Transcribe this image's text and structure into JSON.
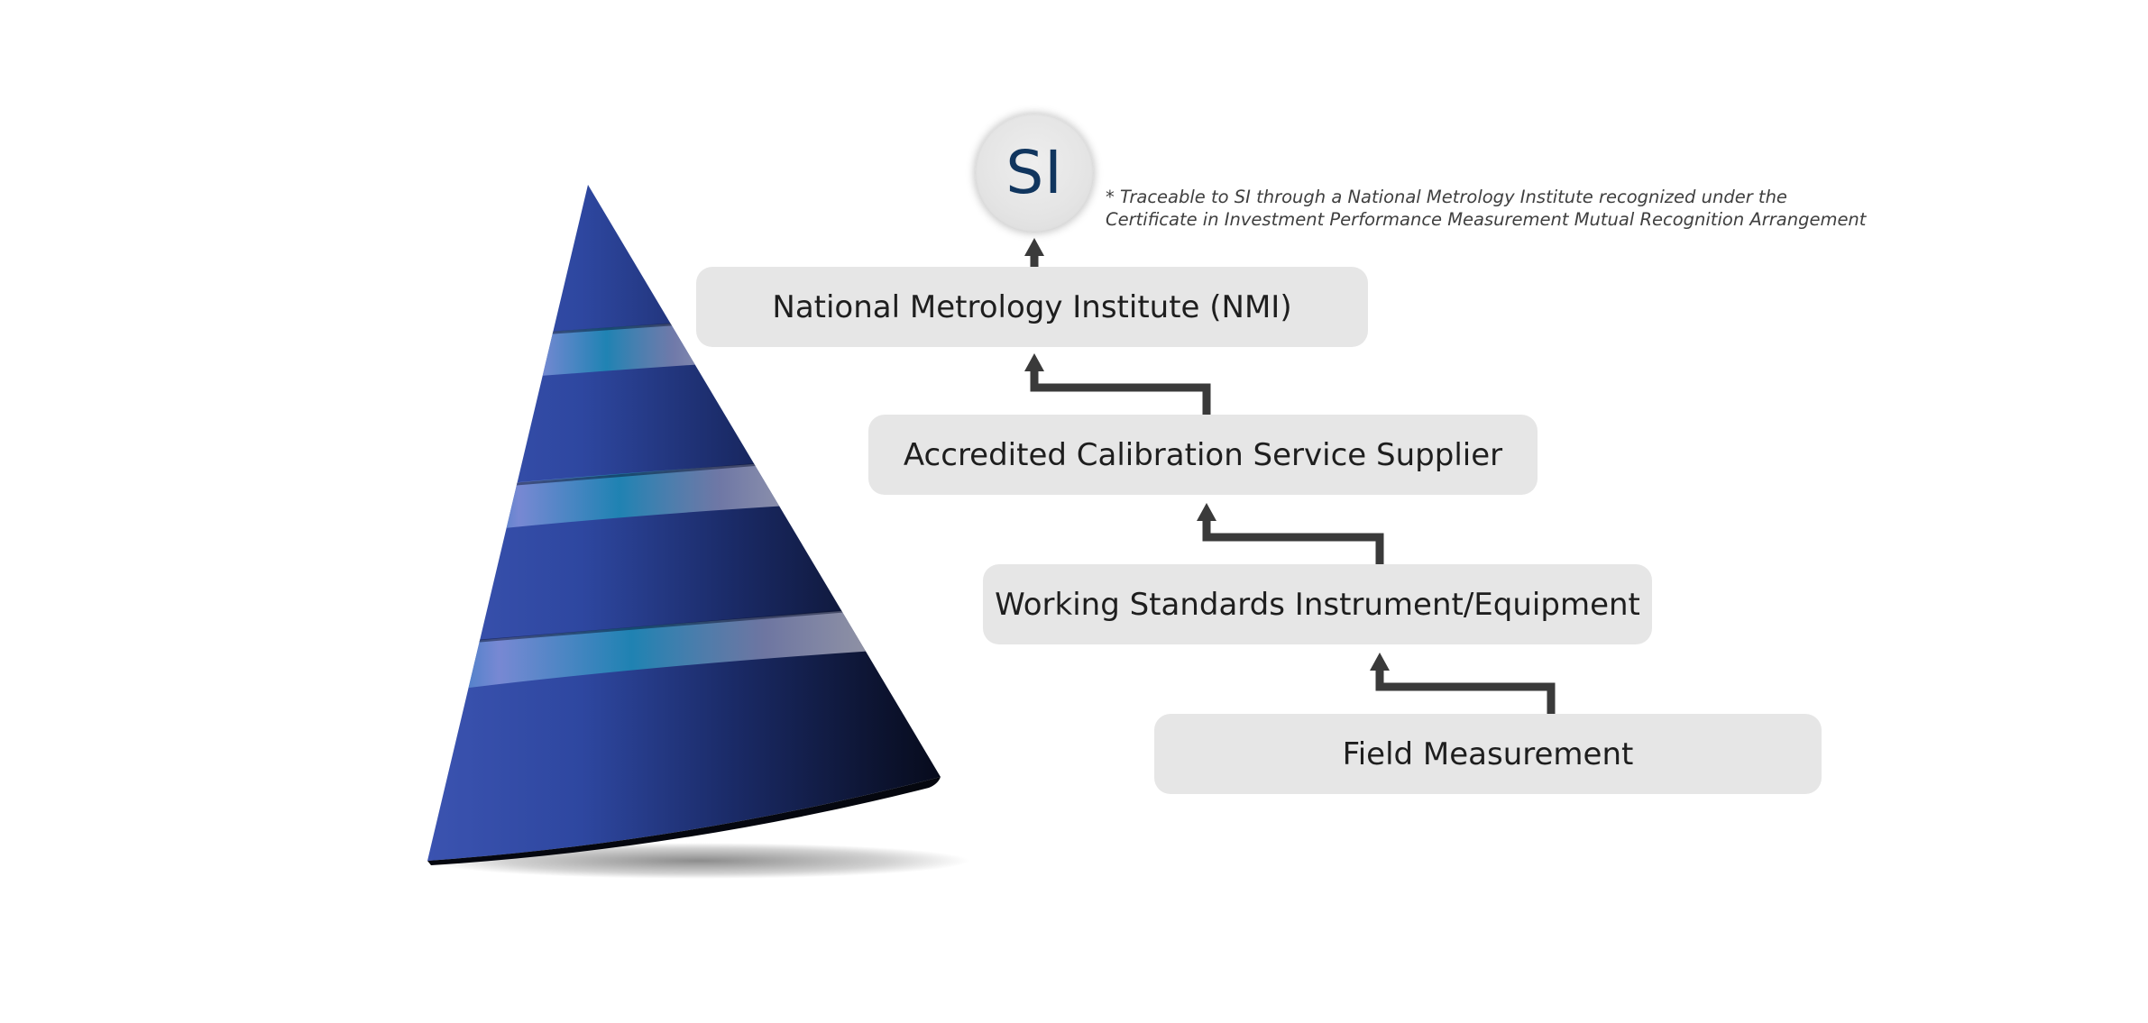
{
  "diagram": {
    "apex": {
      "label": "SI"
    },
    "note": {
      "lines": [
        "* Traceable to SI through a National Metrology Institute recognized under the",
        "Certificate in Investment Performance Measurement Mutual Recognition Arrangement"
      ]
    },
    "levels": [
      "National Metrology Institute (NMI)",
      "Accredited Calibration Service Supplier",
      "Working Standards Instrument/Equipment",
      "Field Measurement"
    ],
    "colors": {
      "box_fill": "#e6e6e6",
      "arrow": "#3a3a3a",
      "si_text": "#10355e",
      "cone_light": "#3f57b5",
      "cone_dark": "#0b1024",
      "cone_band": "#1f8ab8"
    }
  }
}
